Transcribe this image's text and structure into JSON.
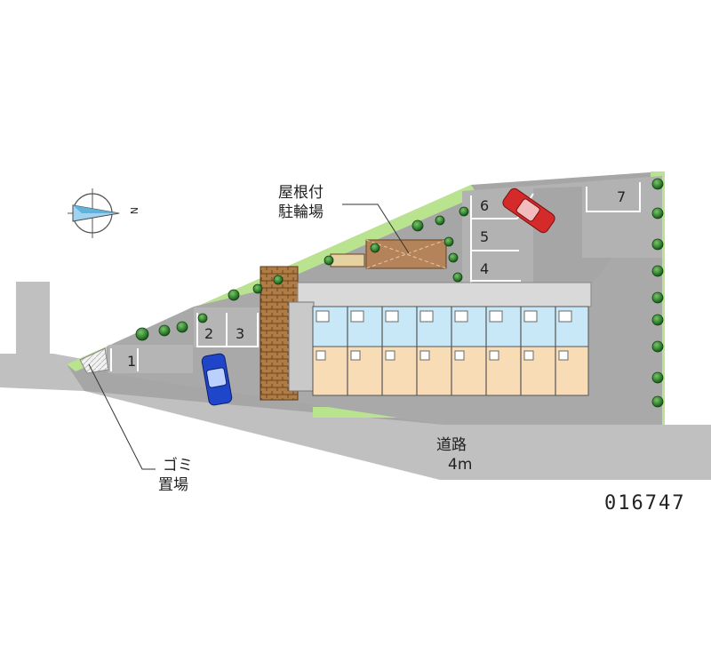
{
  "labels": {
    "roofed_bicycle_parking": [
      "屋根付",
      "駐輪場"
    ],
    "garbage_area": [
      "ゴミ",
      "置場"
    ],
    "road": [
      "道路",
      "4m"
    ],
    "property_id": "016747",
    "north": "N"
  },
  "parking_spaces": [
    "1",
    "2",
    "3",
    "4",
    "5",
    "6",
    "7"
  ],
  "colors": {
    "road_gray": "#c0c0c0",
    "lot_gray": "#a6a6a6",
    "green_strip": "#b9e38e",
    "tree": "#1f6b24",
    "tree_light": "#5fae4c",
    "brick": "#9a6a3a",
    "unit_beige": "#f7dcb6",
    "unit_blue": "#c9e8f7",
    "red_car": "#d42a2a",
    "blue_car": "#1f46c9"
  }
}
